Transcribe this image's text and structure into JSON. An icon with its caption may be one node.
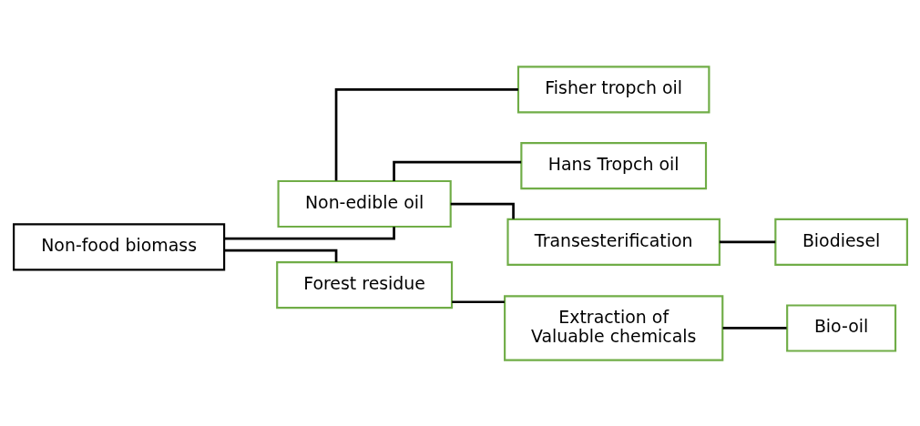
{
  "diagram": {
    "nodes": [
      {
        "text": [
          "Non-food biomass"
        ]
      },
      {
        "text": [
          "Non-edible oil"
        ]
      },
      {
        "text": [
          "Fisher tropch oil"
        ]
      },
      {
        "text": [
          "Hans Tropch oil"
        ]
      },
      {
        "text": [
          "Transesterification"
        ]
      },
      {
        "text": [
          "Biodiesel"
        ]
      },
      {
        "text": [
          "Forest residue"
        ]
      },
      {
        "text": [
          "Extraction of Valuable chemicals"
        ]
      },
      {
        "text": [
          "Bio-oil"
        ]
      }
    ],
    "edges": [
      {
        "from": 0,
        "to": 1,
        "arrow": "none"
      },
      {
        "from": 0,
        "to": 6,
        "arrow": "none"
      },
      {
        "from": 1,
        "to": 2,
        "arrow": "none"
      },
      {
        "from": 1,
        "to": 3,
        "arrow": "none"
      },
      {
        "from": 1,
        "to": 4,
        "arrow": "none"
      },
      {
        "from": 4,
        "to": 5,
        "arrow": "none"
      },
      {
        "from": 6,
        "to": 7,
        "arrow": "none"
      },
      {
        "from": 7,
        "to": 8,
        "arrow": "none"
      }
    ]
  }
}
